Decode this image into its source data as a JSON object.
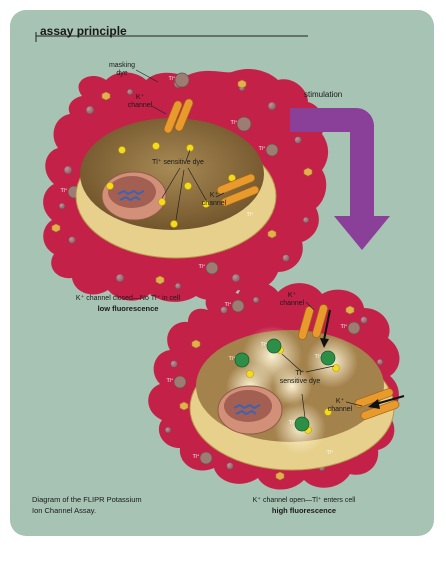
{
  "header": {
    "title": "assay principle"
  },
  "labels": {
    "masking_dye": [
      "masking",
      "dye"
    ],
    "k_channel": "K⁺ channel",
    "k_channel_split": [
      "K⁺",
      "channel"
    ],
    "tl_sensitive_dye": "Tl⁺ sensitive dye",
    "tl_sensitive_dye_split": [
      "Tl⁺",
      "sensitive dye"
    ],
    "stimulation": "stimulation",
    "tl_ion": "Tl⁺"
  },
  "top_cell": {
    "caption": "K⁺ channel closed—No Tl⁺ in cell",
    "result": "low fluorescence"
  },
  "bottom_cell": {
    "caption": "K⁺ channel open—Tl⁺ enters cell",
    "result": "high fluorescence"
  },
  "footer": {
    "description": [
      "Diagram of the FLIPR Potassium",
      "Ion Channel Assay."
    ]
  },
  "colors": {
    "background": "#a7c3b3",
    "outer_cell": "#c42149",
    "cytoplasm": "#8d6d3d",
    "rim": "#e6d08b",
    "channel": "#e99a2c",
    "arrow": "#8a3f99",
    "dye": "#f5dc1a",
    "fluorescent": "#2d8f47"
  }
}
